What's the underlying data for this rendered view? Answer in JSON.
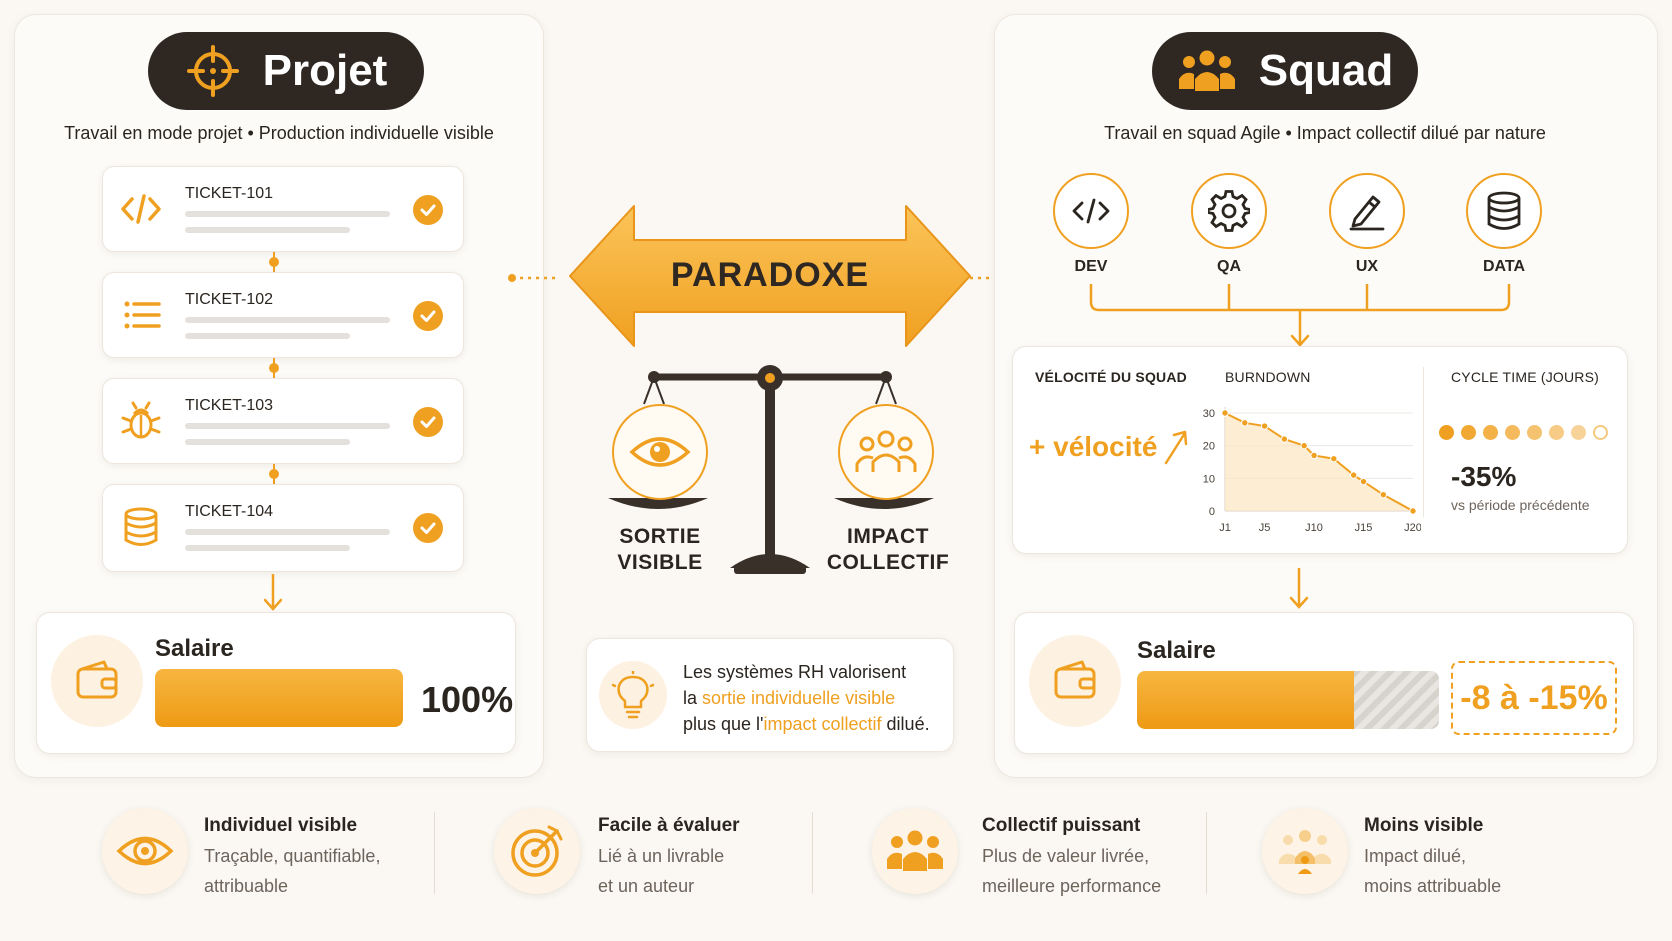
{
  "colors": {
    "accent": "#f0a020",
    "dark": "#2f2722",
    "light_bg": "#fdf3e6"
  },
  "left": {
    "title": "Projet",
    "title_icon": "crosshair-target-icon",
    "subtitle": "Travail en mode projet • Production individuelle visible",
    "tickets": [
      {
        "label": "TICKET-101",
        "icon": "code-icon"
      },
      {
        "label": "TICKET-102",
        "icon": "list-icon"
      },
      {
        "label": "TICKET-103",
        "icon": "bug-icon"
      },
      {
        "label": "TICKET-104",
        "icon": "database-icon"
      }
    ],
    "salary": {
      "label": "Salaire",
      "value": "100%",
      "fill": 1.0
    }
  },
  "center": {
    "arrow_label": "PARADOXE",
    "scale_left": "SORTIE\nVISIBLE",
    "scale_right": "IMPACT\nCOLLECTIF",
    "note_line1": "Les systèmes RH valorisent",
    "note_line2_prefix": "la ",
    "note_line2_highlight": "sortie individuelle visible",
    "note_line3_prefix": "plus que l'",
    "note_line3_highlight": "impact collectif",
    "note_line3_suffix": " dilué."
  },
  "right": {
    "title": "Squad",
    "title_icon": "people-group-icon",
    "subtitle": "Travail en squad Agile • Impact collectif dilué par nature",
    "roles": [
      {
        "label": "DEV",
        "icon": "code-icon"
      },
      {
        "label": "QA",
        "icon": "gear-icon"
      },
      {
        "label": "UX",
        "icon": "pencil-icon"
      },
      {
        "label": "DATA",
        "icon": "database-icon"
      }
    ],
    "metrics": {
      "velocity_title": "VÉLOCITÉ DU SQUAD",
      "velocity_text": "+ vélocité",
      "burndown_title": "BURNDOWN",
      "cycle_title": "CYCLE TIME (JOURS)",
      "cycle_value": "-35%",
      "cycle_caption": "vs période précédente",
      "cycle_dots": 8,
      "cycle_dots_filled": 7
    },
    "salary": {
      "label": "Salaire",
      "value": "-8 à -15%",
      "fill": 0.72
    }
  },
  "chart_data": {
    "type": "line",
    "title": "BURNDOWN",
    "x": [
      "J1",
      "J3",
      "J5",
      "J7",
      "J9",
      "J10",
      "J12",
      "J14",
      "J15",
      "J17",
      "J20"
    ],
    "x_ticks": [
      "J1",
      "J5",
      "J10",
      "J15",
      "J20"
    ],
    "y_ticks": [
      "0",
      "10",
      "20",
      "30"
    ],
    "values": [
      30,
      27,
      26,
      22,
      20,
      17,
      16,
      11,
      9,
      5,
      0
    ],
    "ylim": [
      0,
      30
    ]
  },
  "features": [
    {
      "title": "Individuel visible",
      "desc1": "Traçable, quantifiable,",
      "desc2": "attribuable",
      "icon": "eye-icon"
    },
    {
      "title": "Facile à évaluer",
      "desc1": "Lié à un livrable",
      "desc2": "et un auteur",
      "icon": "target-arrow-icon"
    },
    {
      "title": "Collectif puissant",
      "desc1": "Plus de valeur livrée,",
      "desc2": "meilleure performance",
      "icon": "people-group-icon"
    },
    {
      "title": "Moins visible",
      "desc1": "Impact dilué,",
      "desc2": "moins attribuable",
      "icon": "faded-people-icon"
    }
  ]
}
